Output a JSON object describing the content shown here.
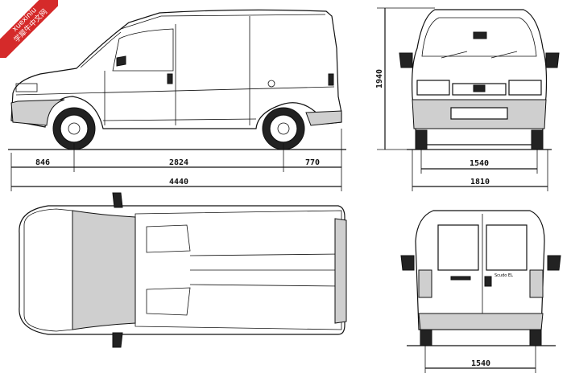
{
  "watermark": {
    "line1": "xuexiniu",
    "line2": "学犀牛中文网",
    "color": "#d52a2a"
  },
  "dimensions": {
    "front_overhang": "846",
    "wheelbase": "2824",
    "rear_overhang": "770",
    "overall_length": "4440",
    "height": "1940",
    "front_track": "1540",
    "overall_width": "1810",
    "rear_track": "1540"
  },
  "badges": {
    "rear_badge": "Scudo EL"
  }
}
